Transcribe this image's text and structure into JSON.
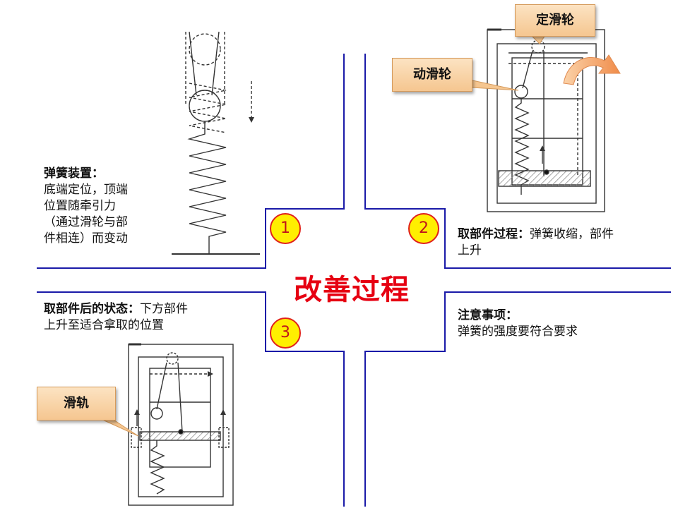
{
  "title": "改善过程",
  "steps": [
    "1",
    "2",
    "3"
  ],
  "colors": {
    "divider": "#1a1aa8",
    "title": "#e60012",
    "badge_fill": "#ffef00",
    "badge_border": "#e0201b",
    "callout": "#f8d4a6",
    "arrow": "#f0a060"
  },
  "panel1": {
    "heading": "弹簧装置：",
    "lines": [
      "底端定位，顶端",
      "位置随牵引力",
      "（通过滑轮与部",
      "件相连）而变动"
    ]
  },
  "panel2": {
    "heading": "取部件过程：",
    "body": "弹簧收缩，部件",
    "body2": "上升"
  },
  "panel3": {
    "heading": "取部件后的状态：",
    "body": "下方部件",
    "body2": "上升至适合拿取的位置"
  },
  "panel4": {
    "heading": "注意事项：",
    "body": "弹簧的强度要符合要求"
  },
  "callouts": {
    "fixed_pulley": "定滑轮",
    "moving_pulley": "动滑轮",
    "slide_rail": "滑轨"
  }
}
